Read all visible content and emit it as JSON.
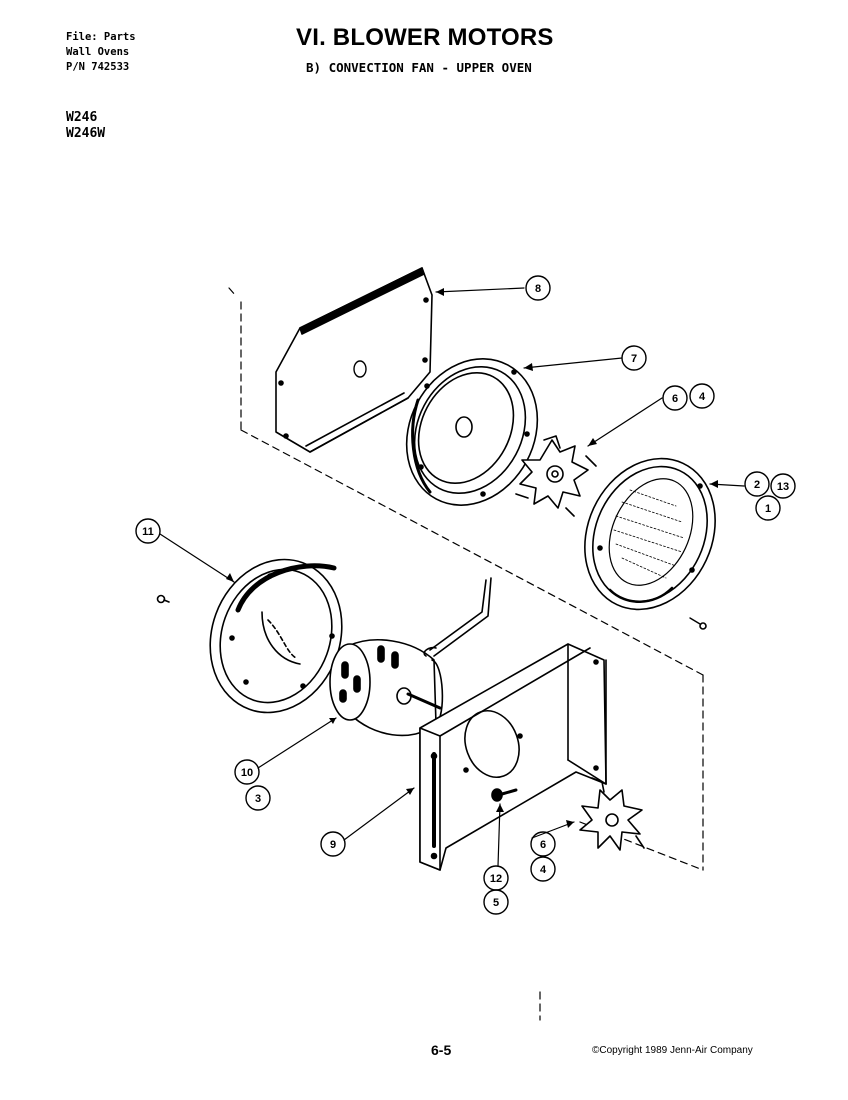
{
  "header": {
    "file_lines": [
      "File: Parts",
      "Wall Ovens",
      "P/N 742533"
    ],
    "title": "VI. BLOWER MOTORS",
    "subtitle": "B) CONVECTION FAN - UPPER OVEN",
    "models": [
      "W246",
      "W246W"
    ]
  },
  "callouts": {
    "c1": "1",
    "c2": "2",
    "c3": "3",
    "c4a": "4",
    "c4b": "4",
    "c5": "5",
    "c6a": "6",
    "c6b": "6",
    "c7": "7",
    "c8": "8",
    "c9": "9",
    "c10": "10",
    "c11": "11",
    "c12": "12",
    "c13": "13"
  },
  "footer": {
    "page_number": "6-5",
    "copyright": "©Copyright 1989 Jenn-Air Company"
  }
}
